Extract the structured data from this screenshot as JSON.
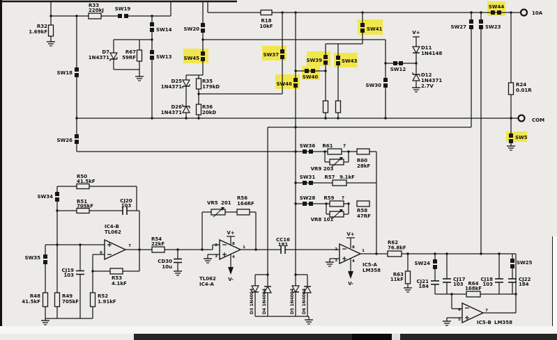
{
  "colors": {
    "background": "#ecebe8",
    "ink": "#161616",
    "highlight": "#f3e53d"
  },
  "highlighted": [
    "sw45",
    "sw37",
    "sw39",
    "sw43",
    "sw40",
    "sw46",
    "sw41",
    "sw44",
    "sw5"
  ],
  "terminals": {
    "current": "10A",
    "common": "COM"
  },
  "labels": {
    "r32_n": "R32",
    "r32_v": "1.69kF",
    "r33_n": "R33",
    "r33_v": "220kJ",
    "sw19": "SW19",
    "sw14": "SW14",
    "sw13": "SW13",
    "d7_n": "D7",
    "d7_v": "1N4371",
    "r67_n": "R67",
    "r67_v": "59RF",
    "sw18": "SW18",
    "sw26": "SW26",
    "sw20": "SW20",
    "sw45": "SW45",
    "r18_n": "R18",
    "r18_v": "10kF",
    "sw37": "SW37",
    "sw39": "SW39",
    "sw43": "SW43",
    "sw40": "SW40",
    "sw46": "SW46",
    "d25_n": "D25",
    "d25_v": "1N4371",
    "r35_n": "R35",
    "r35_v": "179kD",
    "d26_n": "D26",
    "d26_v": "1N4371",
    "r36_n": "R36",
    "r36_v": "20kD",
    "sw41": "SW41",
    "vp_d11": "V+",
    "d11_n": "D11",
    "d11_v": "1N4148",
    "sw12": "SW12",
    "d12_n": "D12",
    "d12_v": "1N4371",
    "d12_t": "2.7V",
    "sw30": "SW30",
    "sw27": "SW27",
    "sw23": "SW23",
    "sw44": "SW44",
    "t10a": "10A",
    "r24_n": "R24",
    "r24_v": "0.01R",
    "tcom": "COM",
    "sw5": "SW5",
    "sw36": "SW36",
    "r61_n": "R61",
    "r61_q": "?",
    "vr9": "VR9 203",
    "r60_n": "R60",
    "r60_v": "28kF",
    "sw31": "SW31",
    "r57_n": "R57",
    "r57_v": "9.1kF",
    "sw28": "SW28",
    "r59_n": "R59",
    "r59_q": "?",
    "vr8": "VR8 101",
    "r58_n": "R58",
    "r58_v": "47RF",
    "r50_n": "R50",
    "r50_v": "41.5kF",
    "sw34": "SW34",
    "r51_n": "R51",
    "r51_v": "705kF",
    "cj20_n": "CJ20",
    "cj20_v": "103",
    "ic4b_n": "IC4-B",
    "ic4b_v": "TL062",
    "p4b_6": "6",
    "p4b_7": "7",
    "sw35": "SW35",
    "cj19_n": "CJ19",
    "cj19_v": "103",
    "r48_n": "R48",
    "r48_v": "41.5kF",
    "r49_n": "R49",
    "r49_v": "705kF",
    "r52_n": "R52",
    "r52_v": "1.91kF",
    "r53_n": "R53",
    "r53_v": "4.1kF",
    "r54_n": "R54",
    "r54_v": "22kF",
    "cd30_n": "CD30",
    "cd30_v": "10u",
    "vr5_n": "VR5",
    "vr5_v": "201",
    "r56_n": "R56",
    "r56_v": "164RF",
    "tl4a_n": "TL062",
    "tl4a_v": "IC4-A",
    "p4a_2": "2",
    "p4a_3": "3",
    "p4a_8": "8",
    "p4a_4": "4",
    "p4a_1": "1",
    "vp_4a": "V+",
    "vm_4a": "V-",
    "cc16_n": "CC16",
    "cc16_v": "181",
    "dl3": "D3  1N4004",
    "dl4": "D4  1N4004",
    "dl5": "D5  1N4004",
    "dl6": "D6  1N4004",
    "ic5a_n": "IC5-A",
    "ic5a_v": "LM358",
    "p5a_2": "2",
    "p5a_3": "3",
    "p5a_8": "8",
    "p5a_4": "4",
    "p5a_1": "1",
    "vp_5a": "V+",
    "vm_5a": "V-",
    "r62_n": "R62",
    "r62_v": "76.8kF",
    "r63_n": "R63",
    "r63_v": "11kF",
    "sw24": "SW24",
    "cj21_n": "CJ21",
    "cj21_v": "184",
    "cj17_n": "CJ17",
    "cj17_v": "103",
    "r64_n": "R64",
    "r64_v": "168kF",
    "cj18_n": "CJ18",
    "cj18_v": "103",
    "sw25": "SW25",
    "cj22_n": "CJ22",
    "cj22_v": "184",
    "ic5b_n": "IC5-B",
    "ic5b_v": "LM358",
    "p5b_6": "6",
    "p5b_5": "5",
    "p5b_7": "7"
  }
}
